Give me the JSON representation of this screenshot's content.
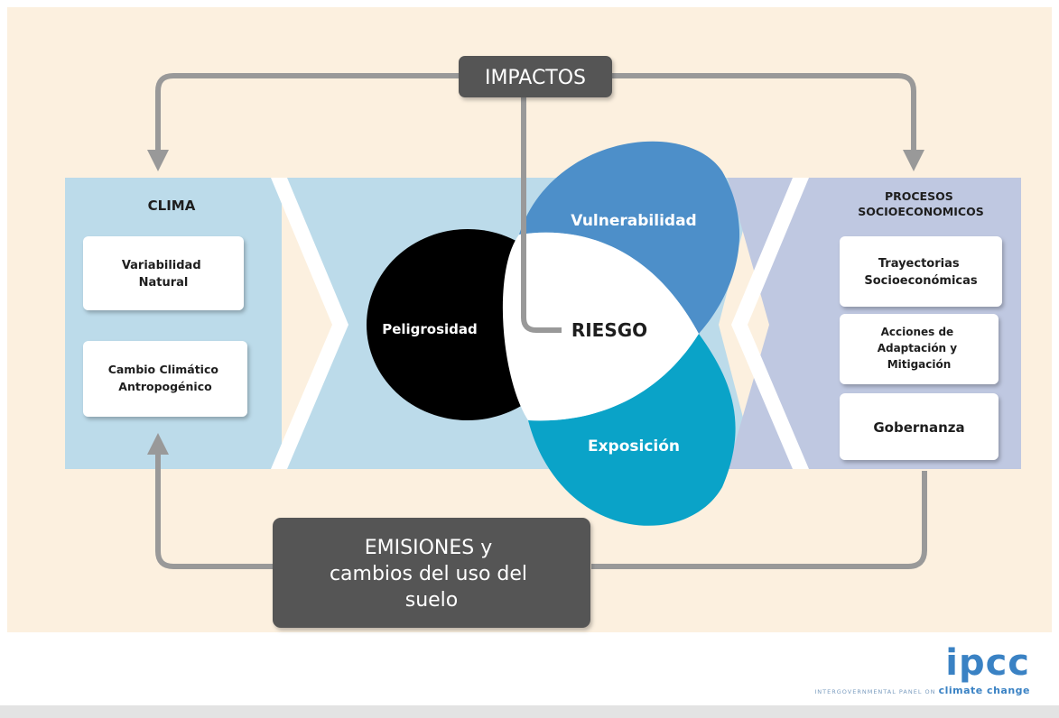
{
  "impacts": "IMPACTOS",
  "clima": {
    "title": "CLIMA",
    "box1": [
      "Variabilidad",
      "Natural"
    ],
    "box2": [
      "Cambio Climático",
      "Antropogénico"
    ]
  },
  "procesos": {
    "title": [
      "PROCESOS",
      "SOCIOECONOMICOS"
    ],
    "box1": [
      "Trayectorias",
      "Socioeconómicas"
    ],
    "box2": [
      "Acciones de",
      "Adaptación y",
      "Mitigación"
    ],
    "box3": [
      "Gobernanza"
    ]
  },
  "center": {
    "hazard": "Peligrosidad",
    "vulnerability": "Vulnerabilidad",
    "exposure": "Exposición",
    "risk": "RIESGO"
  },
  "emissions": [
    "EMISIONES y",
    "cambios del uso del",
    "suelo"
  ],
  "logo": {
    "mark": "ipcc",
    "subtitle": "INTERGOVERNMENTAL PANEL ON",
    "subtitle_accent": "climate change"
  },
  "colors": {
    "background": "#fcf0df",
    "clima_panel": "#bcdbea",
    "procesos_panel": "#bfc8e1",
    "dark_box": "#555555",
    "hazard": "#000000",
    "vulnerability": "#4d8fc9",
    "exposure": "#0aa3c8",
    "arrows": "#999999"
  }
}
